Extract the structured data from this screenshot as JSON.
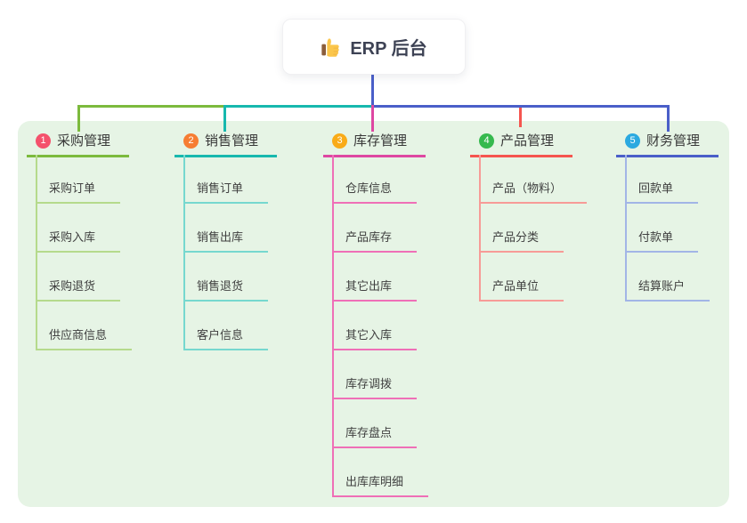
{
  "panel_color": "#e6f4e5",
  "connector_color": "#4a5fc9",
  "root": {
    "label": "ERP 后台",
    "icon": "thumbs-up-icon"
  },
  "branches": [
    {
      "number": "1",
      "label": "采购管理",
      "color": "#7cba3d",
      "light_color": "#b5da8c",
      "badge_color": "#f4516c",
      "children": [
        "采购订单",
        "采购入库",
        "采购退货",
        "供应商信息"
      ]
    },
    {
      "number": "2",
      "label": "销售管理",
      "color": "#17b8ae",
      "light_color": "#76d8cf",
      "badge_color": "#f67d33",
      "children": [
        "销售订单",
        "销售出库",
        "销售退货",
        "客户信息"
      ]
    },
    {
      "number": "3",
      "label": "库存管理",
      "color": "#de47a2",
      "light_color": "#ef6fb7",
      "badge_color": "#f9ab18",
      "children": [
        "仓库信息",
        "产品库存",
        "其它出库",
        "其它入库",
        "库存调拨",
        "库存盘点",
        "出库库明细"
      ]
    },
    {
      "number": "4",
      "label": "产品管理",
      "color": "#f5554f",
      "light_color": "#f79b97",
      "badge_color": "#35b94e",
      "children": [
        "产品（物料）",
        "产品分类",
        "产品单位"
      ]
    },
    {
      "number": "5",
      "label": "财务管理",
      "color": "#4a5fc9",
      "light_color": "#a2b5e6",
      "badge_color": "#2ba9e0",
      "children": [
        "回款单",
        "付款单",
        "结算账户"
      ]
    }
  ]
}
